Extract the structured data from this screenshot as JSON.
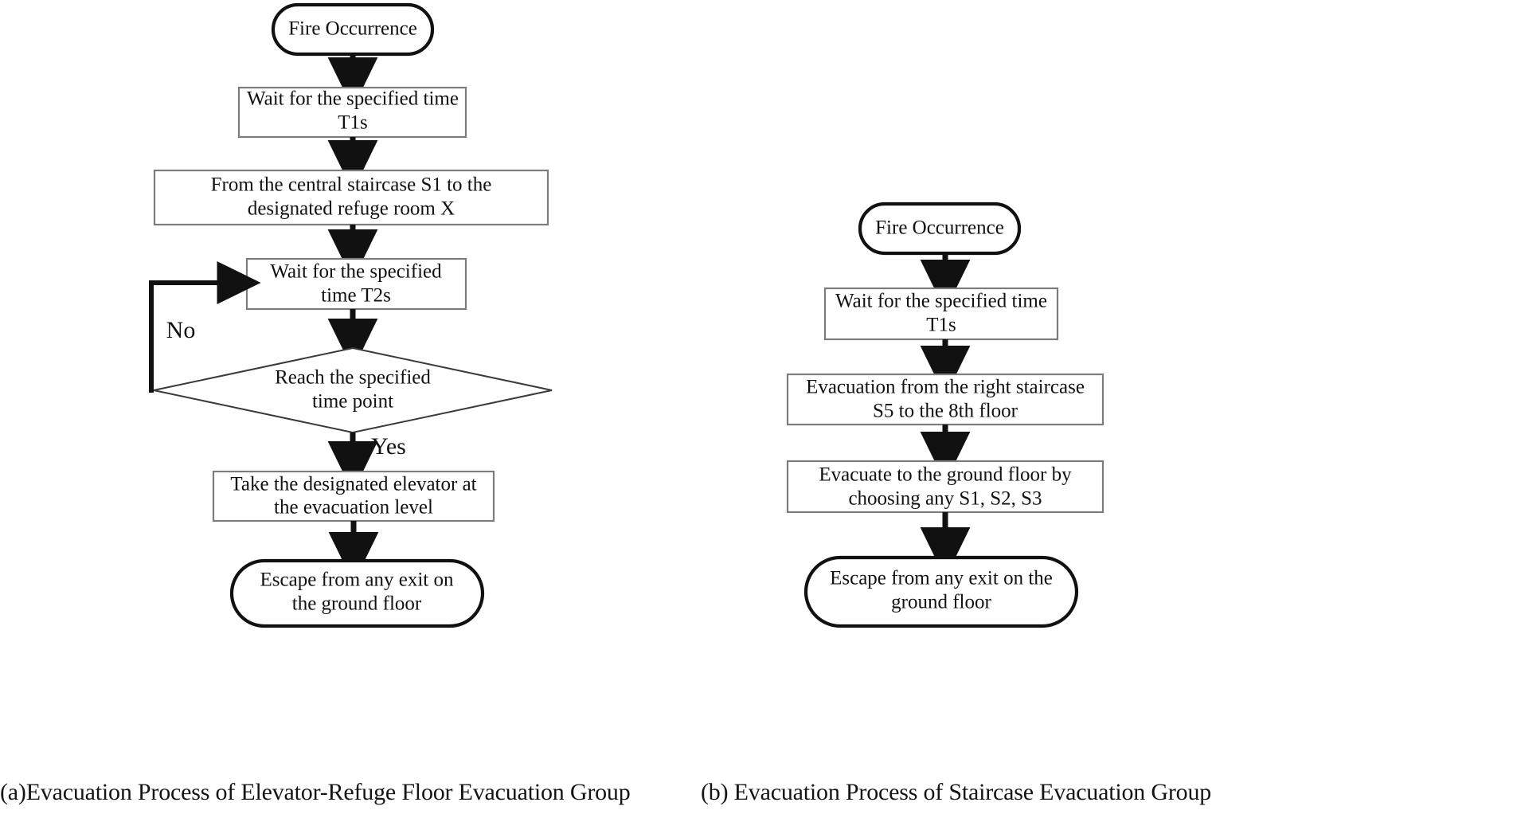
{
  "diagram": {
    "title_a": "(a)Evacuation Process of Elevator-Refuge Floor Evacuation Group",
    "title_b": "(b) Evacuation Process of Staircase Evacuation Group",
    "panel_a": {
      "id": "elevator-refuge-floor-evacuation-group",
      "nodes": [
        {
          "id": "a-start",
          "shape": "terminator",
          "lines": [
            "Fire Occurrence"
          ]
        },
        {
          "id": "a-wait-t1",
          "shape": "process",
          "lines": [
            "Wait for the specified time",
            "T1s"
          ]
        },
        {
          "id": "a-stair-s1",
          "shape": "process",
          "lines": [
            "From the central staircase S1 to the",
            "designated refuge room X"
          ]
        },
        {
          "id": "a-wait-t2",
          "shape": "process",
          "lines": [
            "Wait for the specified",
            "time T2s"
          ]
        },
        {
          "id": "a-decision",
          "shape": "decision",
          "lines": [
            "Reach the specified",
            "time point"
          ]
        },
        {
          "id": "a-elevator",
          "shape": "process",
          "lines": [
            "Take the designated elevator at",
            "the evacuation level"
          ]
        },
        {
          "id": "a-end",
          "shape": "terminator",
          "lines": [
            "Escape from any exit on",
            "the ground floor"
          ]
        }
      ],
      "edge_labels": {
        "no": "No",
        "yes": "Yes"
      }
    },
    "panel_b": {
      "id": "staircase-evacuation-group",
      "nodes": [
        {
          "id": "b-start",
          "shape": "terminator",
          "lines": [
            "Fire Occurrence"
          ]
        },
        {
          "id": "b-wait-t1",
          "shape": "process",
          "lines": [
            "Wait for the specified time",
            "T1s"
          ]
        },
        {
          "id": "b-stair-s5",
          "shape": "process",
          "lines": [
            "Evacuation from the right staircase",
            "S5 to the 8th floor"
          ]
        },
        {
          "id": "b-ground",
          "shape": "process",
          "lines": [
            "Evacuate to the ground floor by",
            "choosing any S1, S2, S3"
          ]
        },
        {
          "id": "b-end",
          "shape": "terminator",
          "lines": [
            "Escape from any exit on the",
            "ground floor"
          ]
        }
      ]
    },
    "colors": {
      "stroke_dark": "#111111",
      "stroke_box": "#7c7c7c",
      "stroke_diamond": "#3a3a3a",
      "background": "#ffffff",
      "text": "#111111"
    }
  }
}
